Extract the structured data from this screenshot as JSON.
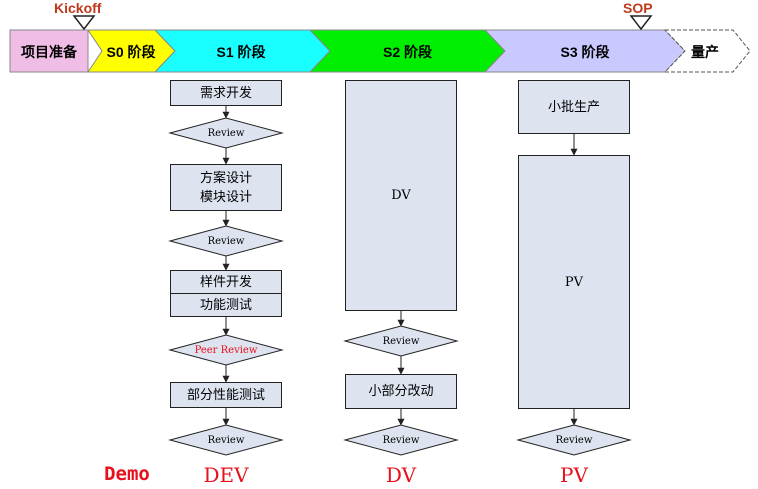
{
  "milestones": {
    "kickoff": "Kickoff",
    "sop": "SOP"
  },
  "phases": [
    {
      "label": "项目准备",
      "color": "#f0bde6"
    },
    {
      "label": "S0 阶段",
      "color": "#ffff00"
    },
    {
      "label": "S1 阶段",
      "color": "#19ffff"
    },
    {
      "label": "S2 阶段",
      "color": "#00ee00"
    },
    {
      "label": "S3 阶段",
      "color": "#c9c9ff"
    },
    {
      "label": "量产",
      "color": "#ffffff"
    }
  ],
  "dev": {
    "step1": "需求开发",
    "review1": "Review",
    "step2_line1": "方案设计",
    "step2_line2": "模块设计",
    "review2": "Review",
    "step3": "样件开发",
    "step4": "功能测试",
    "peer_review": "Peer Review",
    "step5": "部分性能测试",
    "review3": "Review"
  },
  "dv": {
    "main": "DV",
    "review1": "Review",
    "step2": "小部分改动",
    "review2": "Review"
  },
  "pv": {
    "step1": "小批生产",
    "main": "PV",
    "review": "Review"
  },
  "bottom_labels": {
    "demo": "Demo",
    "dev": "DEV",
    "dv": "DV",
    "pv": "PV"
  },
  "colors": {
    "box_fill": "#dde4f0",
    "review_fill": "#dde4f0",
    "label_red": "#e8101a",
    "peer_review_text": "#e8101a",
    "milestone_text": "#c0391b"
  }
}
